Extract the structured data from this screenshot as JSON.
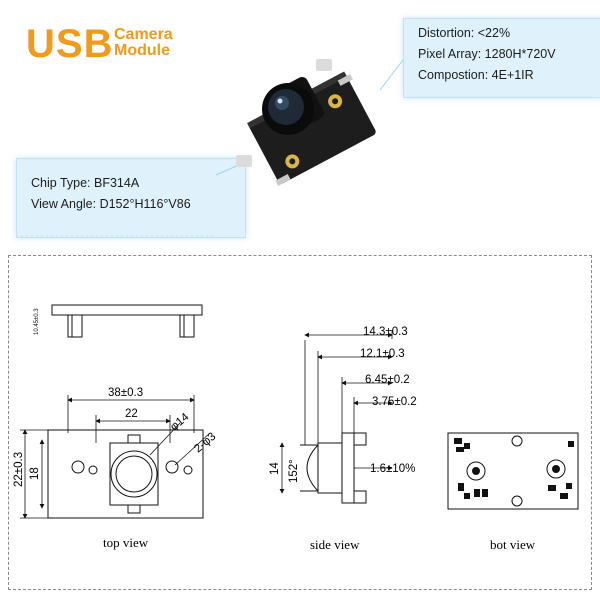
{
  "header": {
    "logo_main": "USB",
    "logo_sub_line1": "Camera",
    "logo_sub_line2": "Module"
  },
  "specs_right": {
    "distortion": "Distortion: <22%",
    "pixel_array": "Pixel Array:  1280H*720V",
    "composition": "Compostion: 4E+1IR"
  },
  "specs_left": {
    "chip_type": "Chip Type: BF314A",
    "view_angle": "View Angle: D152°H116°V86"
  },
  "top_view": {
    "caption": "top view",
    "width_dim": "38±0.3",
    "inner_dim": "22",
    "lens_dia": "φ14",
    "hole_dia": "2-φ3",
    "height_dim": "22±0.3",
    "inner_height": "18",
    "side_small_label": "10.45±0.3"
  },
  "side_view": {
    "caption": "side view",
    "dim1": "14.3±0.3",
    "dim2": "12.1±0.3",
    "dim3": "6.45±0.2",
    "dim4": "3.75±0.2",
    "dim5": "1.6±10%",
    "lens_h": "14",
    "angle": "152°"
  },
  "bot_view": {
    "caption": "bot view"
  },
  "colors": {
    "accent": "#f29a1b",
    "card_bg": "#dff1fb",
    "pcb": "#1d1d1d",
    "gold": "#d9b54a"
  }
}
